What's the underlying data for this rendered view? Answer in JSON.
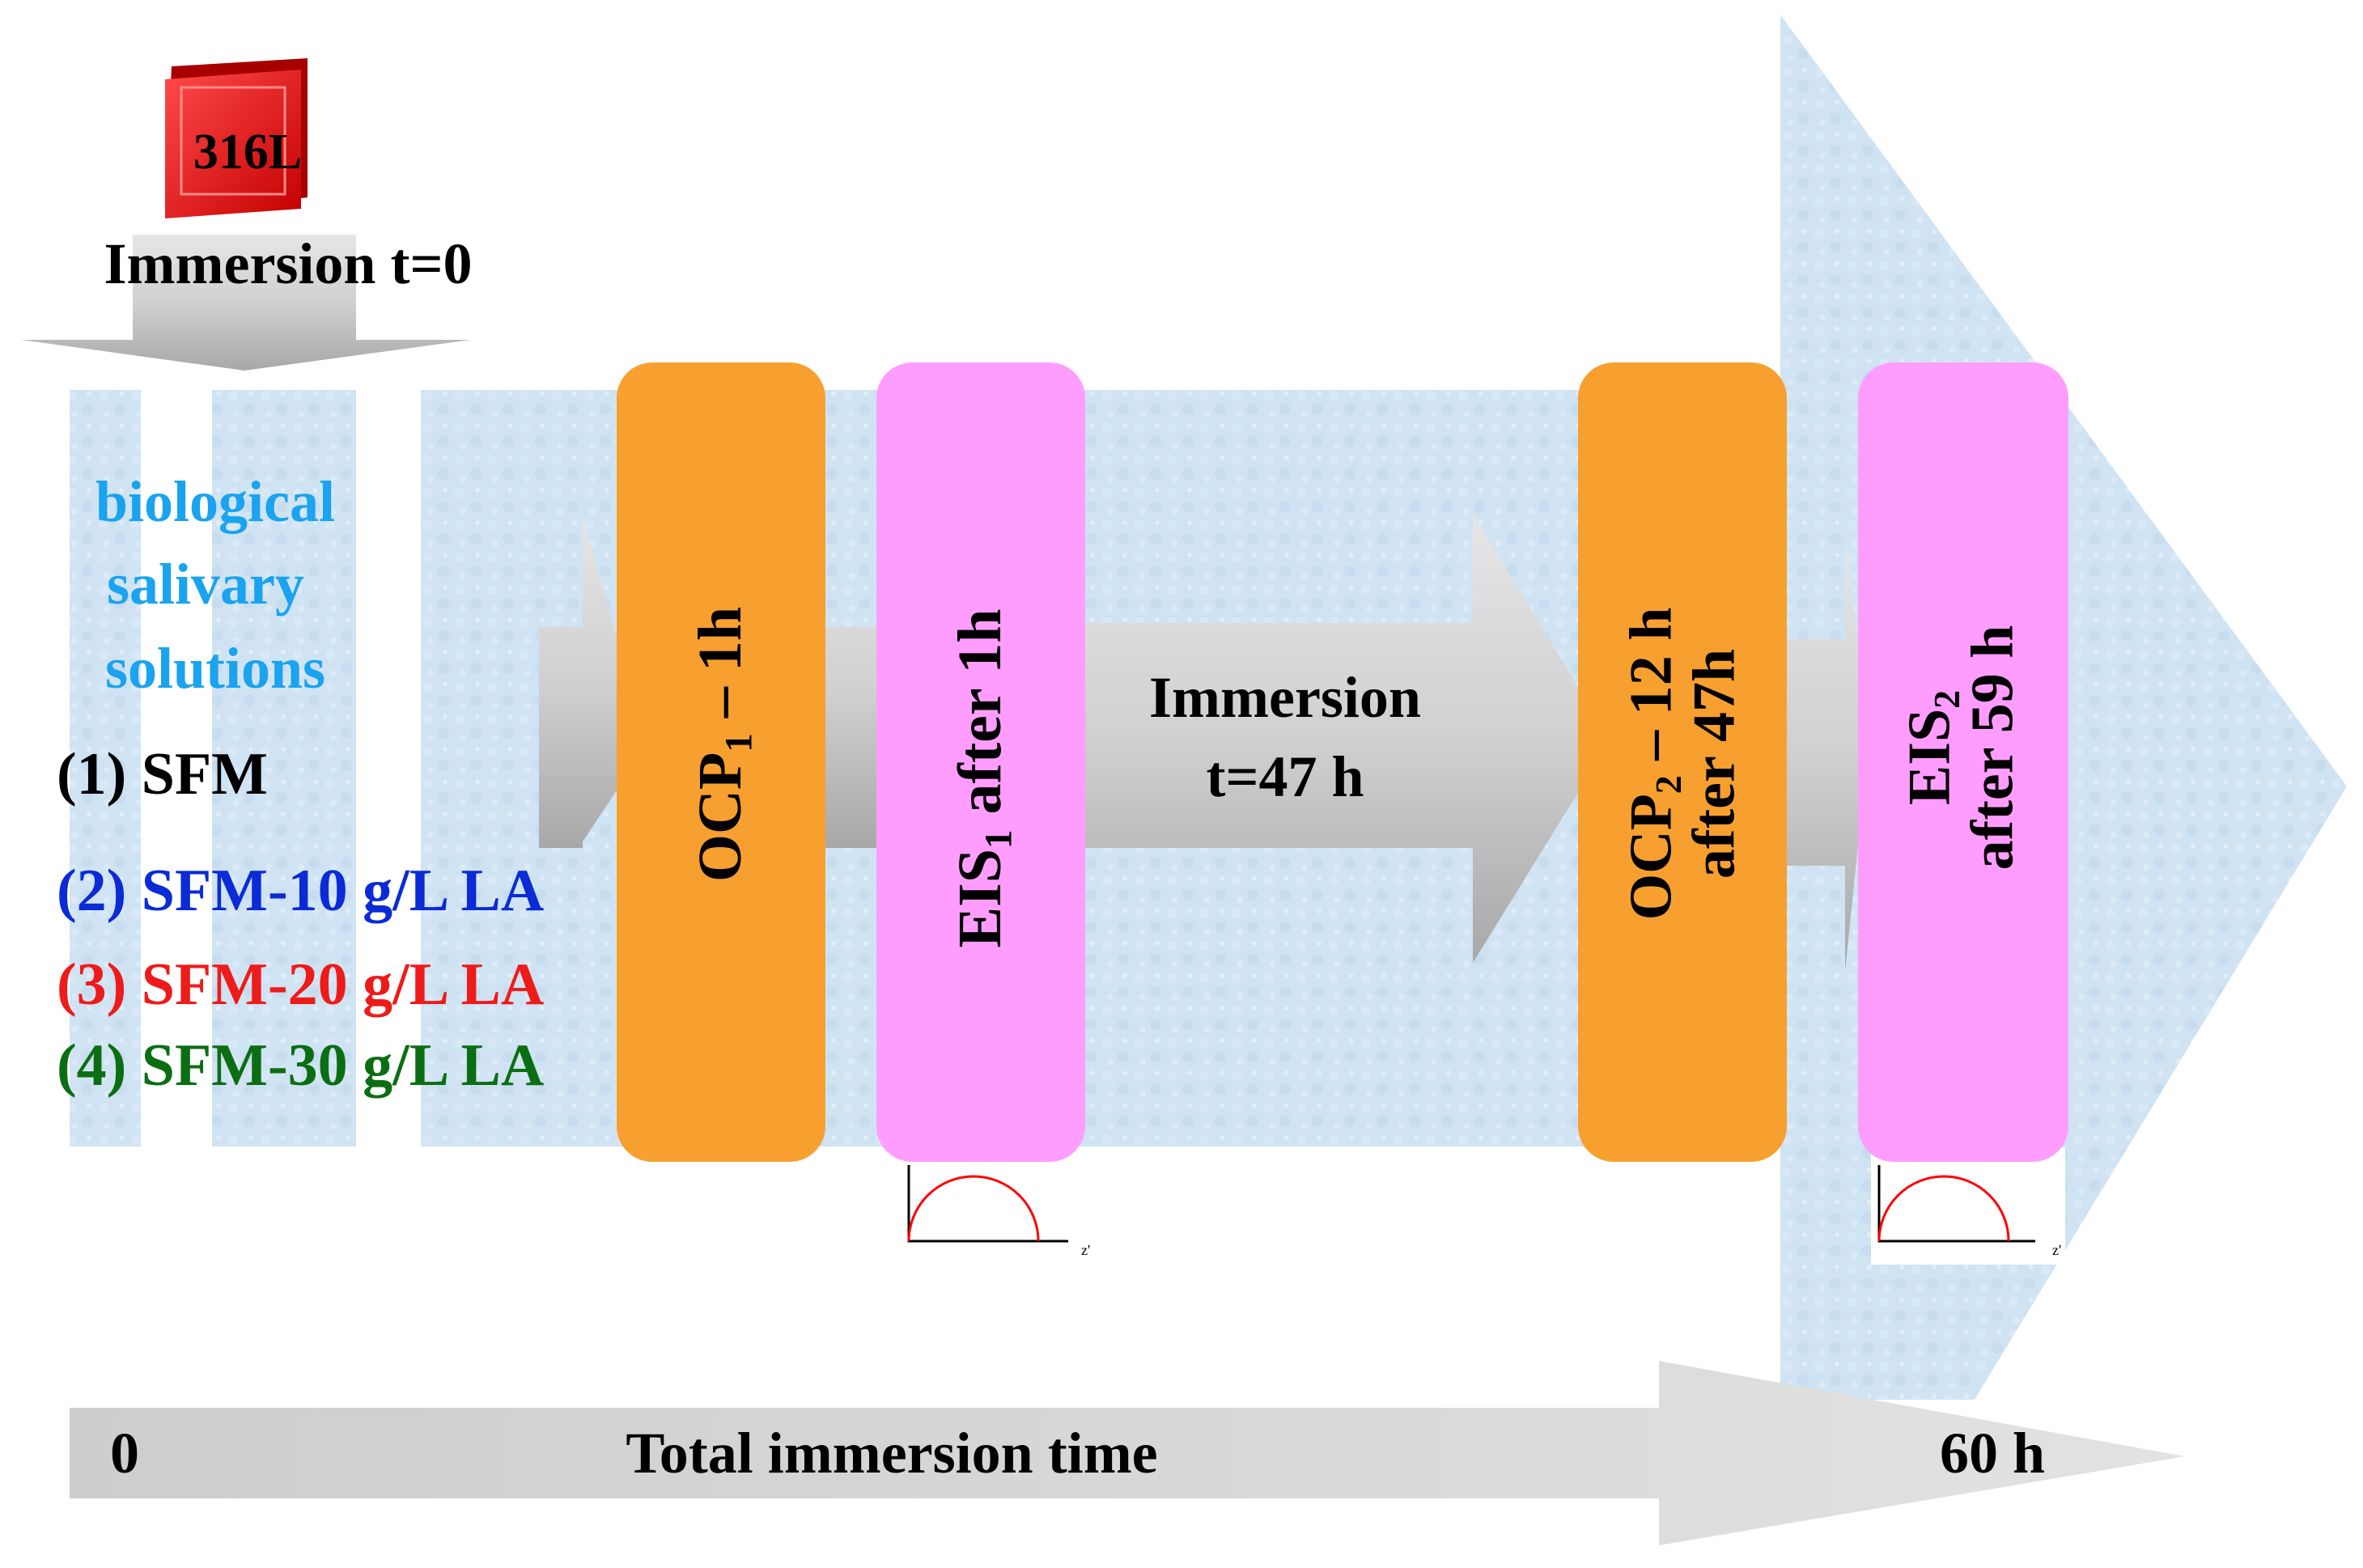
{
  "colors": {
    "band": "#cfe3f3",
    "band_light": "#dceaf6",
    "gray_arrow": "#cfcfcf",
    "ocp_box": "#f7a030",
    "eis_box": "#ff9dff",
    "sample_red": "#f01818",
    "solutions_label": "#1aa3ef",
    "sol_1": "#000000",
    "sol_2": "#0a2bd6",
    "sol_3": "#ee1b1b",
    "sol_4": "#0b6e13",
    "nyquist_curve": "#ff0000"
  },
  "sample": {
    "label": "316L"
  },
  "start": {
    "label": "Immersion t=0"
  },
  "solutions": {
    "title_lines": [
      "biological",
      "salivary",
      "solutions"
    ],
    "items": [
      "(1) SFM",
      "(2) SFM-10 g/L LA",
      "(3) SFM-20 g/L LA",
      "(4) SFM-30 g/L LA"
    ]
  },
  "steps": {
    "ocp1": {
      "main": "OCP",
      "sub": "1",
      "rest": " – 1h"
    },
    "eis1": {
      "main": "EIS",
      "sub": "1",
      "rest": " after 1h"
    },
    "immersion": {
      "line1": "Immersion",
      "line2": "t=47 h"
    },
    "ocp2": {
      "main": "OCP",
      "sub": "2",
      "rest": " – 12 h",
      "line2": "after 47h"
    },
    "eis2": {
      "main": "EIS",
      "sub": "2",
      "line2": "after 59 h"
    }
  },
  "nyquist": {
    "axis_label": "z'"
  },
  "timeline": {
    "start": "0",
    "label": "Total immersion time",
    "end": "60 h"
  }
}
